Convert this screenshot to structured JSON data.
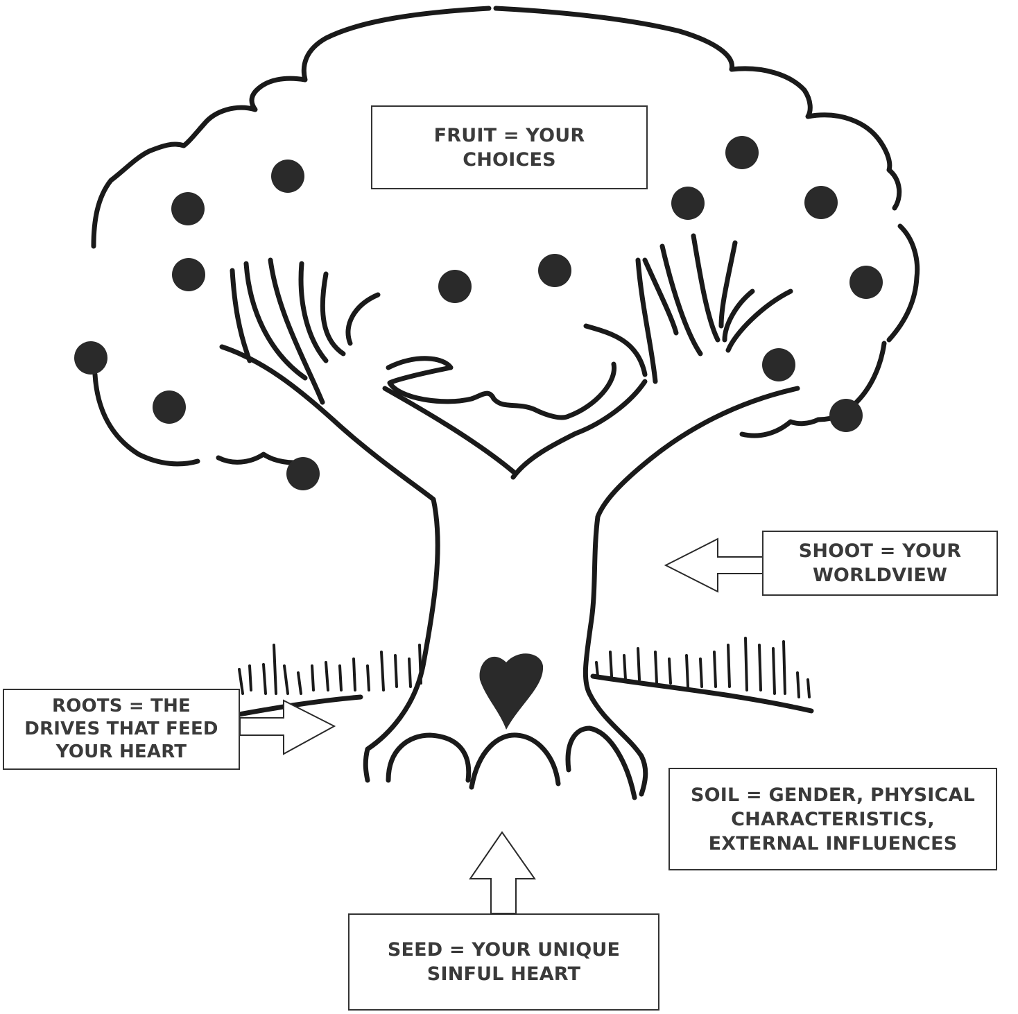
{
  "labels": {
    "fruit": [
      "FRUIT = YOUR",
      "CHOICES"
    ],
    "shoot": [
      "SHOOT = YOUR",
      "WORLDVIEW"
    ],
    "roots": [
      "ROOTS = THE",
      "DRIVES THAT FEED",
      "YOUR HEART"
    ],
    "soil": [
      "SOIL = GENDER, PHYSICAL",
      "CHARACTERISTICS,",
      "EXTERNAL INFLUENCES"
    ],
    "seed": [
      "SEED = YOUR UNIQUE",
      "SINFUL HEART"
    ]
  },
  "icons": {
    "tree": "tree-drawing",
    "heart": "heart-icon",
    "fruit": "fruit-dot",
    "arrows": [
      "arrow-left-icon",
      "arrow-right-icon",
      "arrow-up-icon"
    ]
  },
  "colors": {
    "ink": "#1a1a1a",
    "text": "#3a3a3a",
    "background": "#ffffff"
  }
}
